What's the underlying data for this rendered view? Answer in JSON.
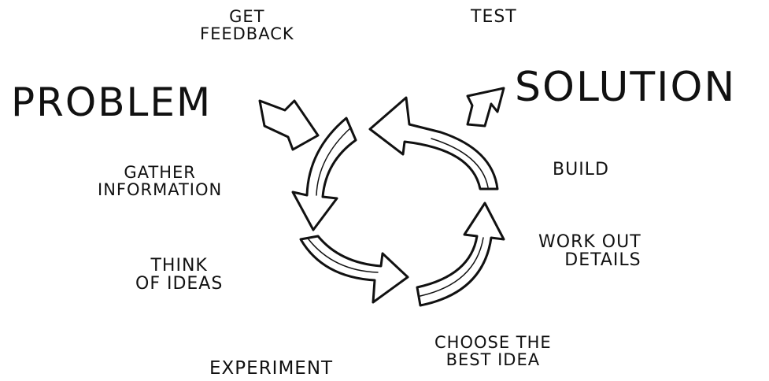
{
  "title_left": "Problem",
  "title_right": "Solution",
  "steps": {
    "get_feedback": [
      "Get",
      "Feedback"
    ],
    "test": "Test",
    "build": "Build",
    "gather_information": [
      "Gather",
      "Information"
    ],
    "think_of_ideas": [
      "Think",
      "of Ideas"
    ],
    "work_out_details": [
      "Work Out",
      "Details"
    ],
    "choose_best_idea": [
      "Choose the",
      "Best Idea"
    ],
    "experiment": "Experiment"
  }
}
